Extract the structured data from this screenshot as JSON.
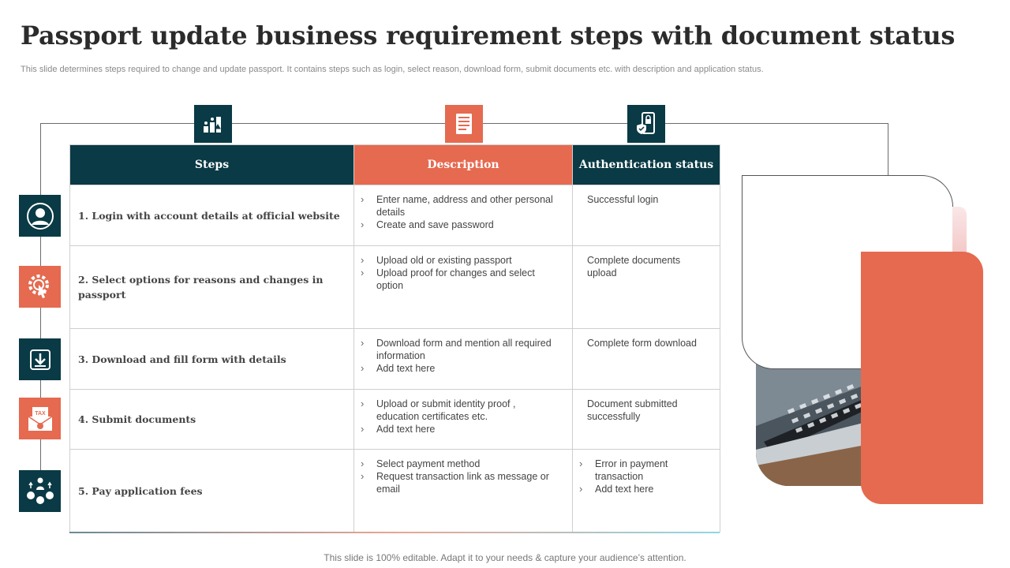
{
  "title": "Passport update business requirement steps with document status",
  "subtitle": "This slide determines steps required to change and update passport. It contains steps such as login, select reason, download form, submit documents etc. with description and application status.",
  "colors": {
    "dark": "#093a45",
    "orange": "#e56a50"
  },
  "header_icons": [
    "steps-chart-icon",
    "document-icon",
    "mobile-lock-icon"
  ],
  "columns": [
    "Steps",
    "Description",
    "Authentication status"
  ],
  "rows": [
    {
      "icon": "user-icon",
      "step": "1. Login with account details at official website",
      "description": [
        "Enter name, address and other personal details",
        "Create and save password"
      ],
      "status": "Successful login"
    },
    {
      "icon": "gear-touch-icon",
      "step": "2. Select options for reasons and changes in passport",
      "description": [
        "Upload old or existing passport",
        "Upload proof for changes and select option"
      ],
      "status": "Complete documents upload"
    },
    {
      "icon": "download-icon",
      "step": "3. Download and fill form with details",
      "description": [
        "Download form and mention all required information",
        "Add text here"
      ],
      "status": "Complete form download"
    },
    {
      "icon": "tax-envelope-icon",
      "step": "4. Submit documents",
      "description": [
        "Upload or submit identity proof , education certificates etc.",
        "Add text here"
      ],
      "status": "Document submitted successfully"
    },
    {
      "icon": "money-people-icon",
      "step": "5. Pay application fees",
      "description": [
        "Select payment method",
        "Request transaction link as message or email"
      ],
      "status_list": [
        "Error in payment transaction",
        "Add text here"
      ]
    }
  ],
  "icon_labels": {
    "tax": "TAX"
  },
  "footer": "This slide is 100% editable. Adapt it to your needs & capture your audience’s attention."
}
